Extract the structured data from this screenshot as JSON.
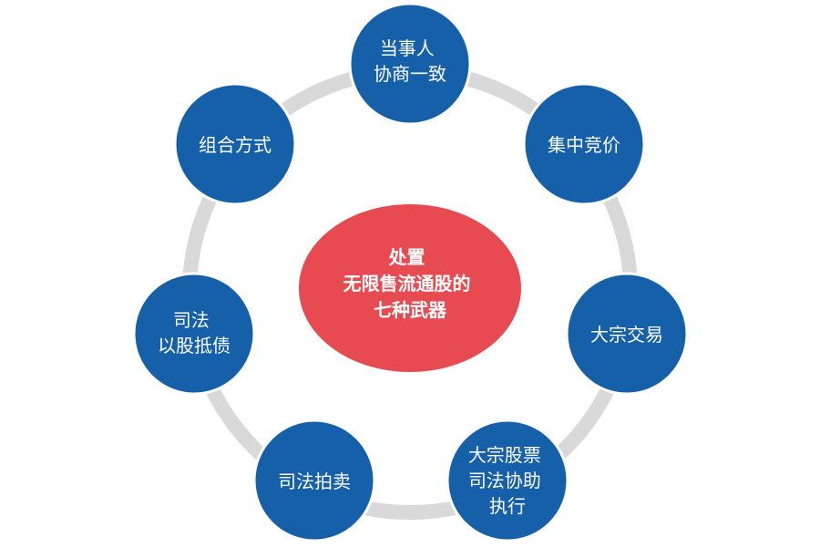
{
  "colors": {
    "ring": "#d9d9d9",
    "node_fill": "#1560a8",
    "node_stroke": "#ffffff",
    "center_fill": "#e84a51",
    "text": "#ffffff"
  },
  "center": {
    "lines": [
      "处置",
      "无限售流通股的",
      "七种武器"
    ]
  },
  "nodes": [
    {
      "lines": [
        "当事人",
        "协商一致"
      ]
    },
    {
      "lines": [
        "集中竞价"
      ]
    },
    {
      "lines": [
        "大宗交易"
      ]
    },
    {
      "lines": [
        "大宗股票",
        "司法协助",
        "执行"
      ]
    },
    {
      "lines": [
        "司法拍卖"
      ]
    },
    {
      "lines": [
        "司法",
        "以股抵债"
      ]
    },
    {
      "lines": [
        "组合方式"
      ]
    }
  ]
}
